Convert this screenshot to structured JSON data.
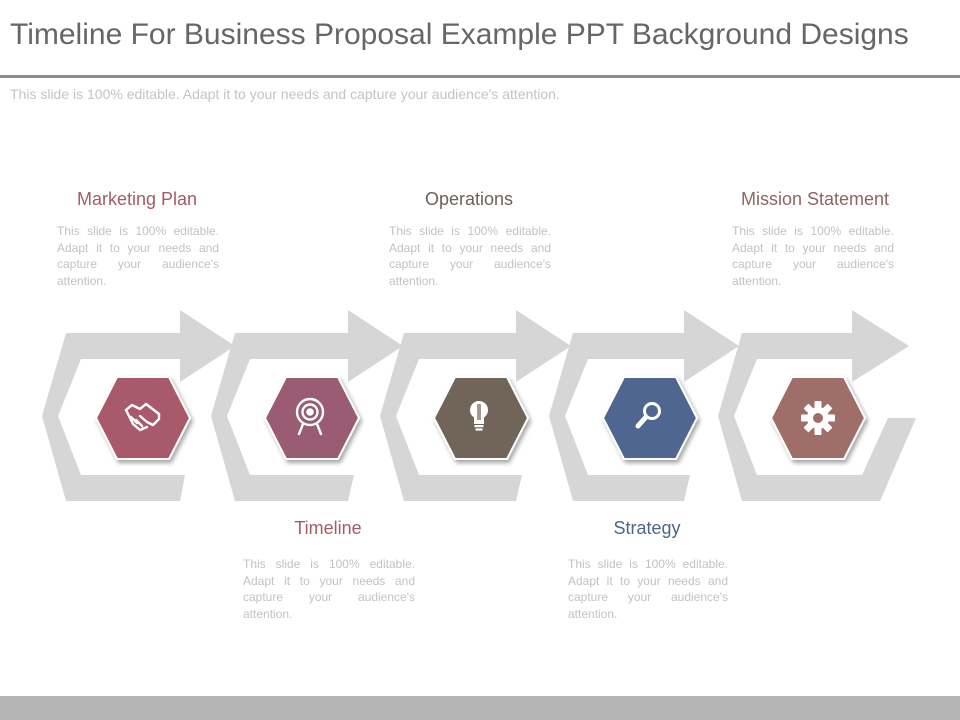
{
  "slide": {
    "title": "Timeline For Business Proposal Example PPT Background Designs",
    "subtitle": "This slide is 100% editable. Adapt it to your needs and capture your audience's attention."
  },
  "steps": [
    {
      "heading": "Marketing Plan",
      "text": "This slide is 100% editable. Adapt it to your needs and capture your audience's attention.",
      "color": "#a85a6a",
      "icon": "handshake-icon"
    },
    {
      "heading": "Timeline",
      "text": "This slide is 100% editable. Adapt it to your needs and capture your audience's attention.",
      "color": "#9a5b72",
      "icon": "target-icon"
    },
    {
      "heading": "Operations",
      "text": "This slide is 100% editable. Adapt it to your needs and capture your audience's attention.",
      "color": "#6f6559",
      "icon": "lightbulb-icon"
    },
    {
      "heading": "Strategy",
      "text": "This slide is 100% editable. Adapt it to your needs and capture your audience's attention.",
      "color": "#4f6691",
      "icon": "magnifier-icon"
    },
    {
      "heading": "Mission Statement",
      "text": "This slide is 100% editable. Adapt it to your needs and capture your audience's attention.",
      "color": "#a06e67",
      "icon": "gear-icon"
    }
  ],
  "colors": {
    "title_text": "#666666",
    "body_text": "#c2c2c2",
    "chevron": "#d6d6d6",
    "heading_marketing": "#a25c68",
    "heading_timeline": "#a25c68",
    "heading_operations": "#6b6359",
    "heading_strategy": "#4d6589",
    "heading_mission": "#8e6660"
  }
}
